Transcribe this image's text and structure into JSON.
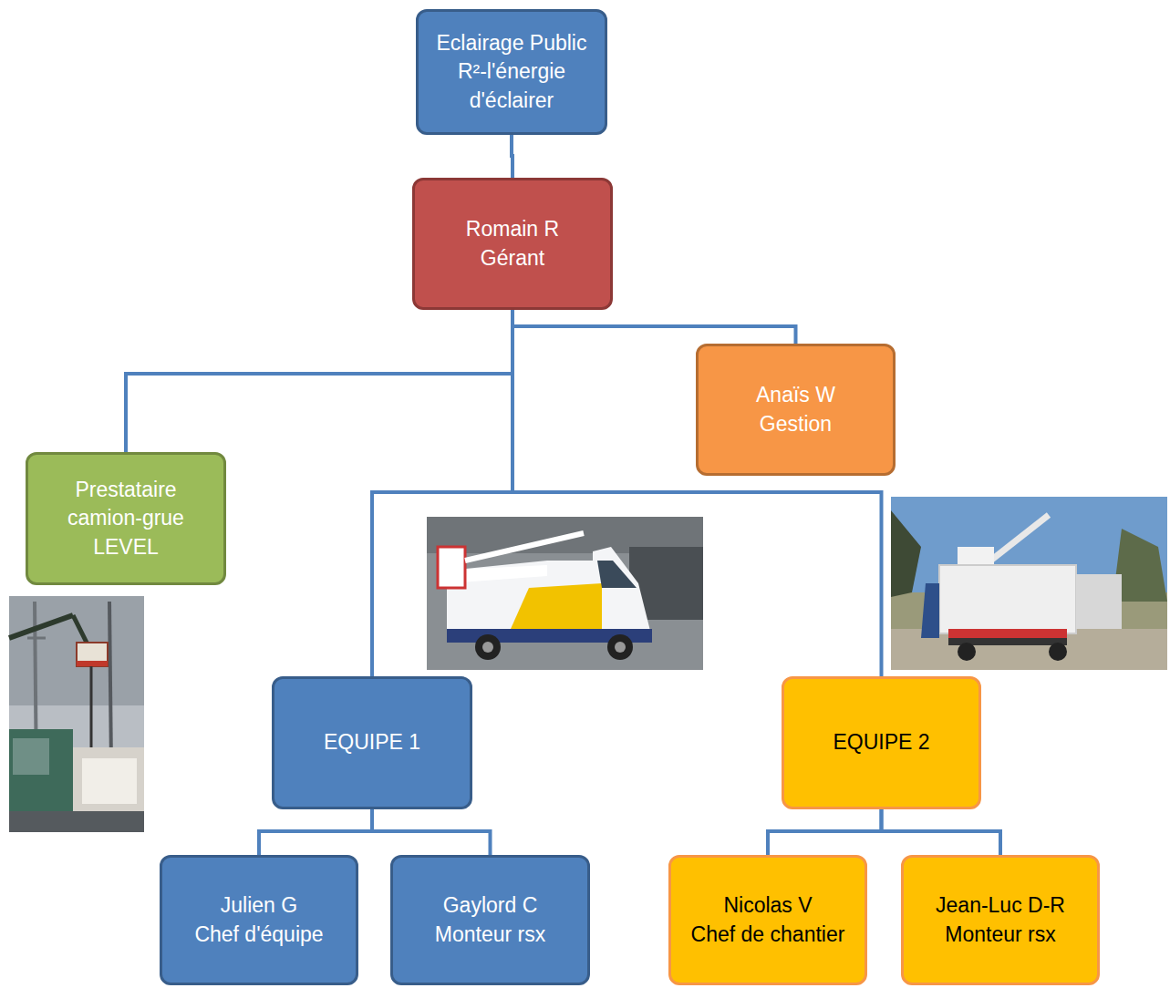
{
  "diagram": {
    "nodes": [
      {
        "text": [
          "Eclairage Public R²-l'énergie d'éclairer"
        ]
      },
      {
        "text": [
          "Romain R",
          "Gérant"
        ]
      },
      {
        "text": [
          "Prestataire camion-grue",
          "LEVEL"
        ]
      },
      {
        "text": [
          "Anaïs W",
          "Gestion"
        ]
      },
      {
        "text": [
          "EQUIPE 1"
        ]
      },
      {
        "text": [
          "EQUIPE 2"
        ]
      },
      {
        "text": [
          "Julien G",
          "Chef d'équipe"
        ]
      },
      {
        "text": [
          "Gaylord C",
          "Monteur rsx"
        ]
      },
      {
        "text": [
          "Nicolas V",
          "Chef de chantier"
        ]
      },
      {
        "text": [
          "Jean-Luc D-R",
          "Monteur rsx"
        ]
      }
    ],
    "edges": [
      {
        "from": 0,
        "to": 1,
        "arrow": "none"
      },
      {
        "from": 1,
        "to": 2,
        "arrow": "none"
      },
      {
        "from": 1,
        "to": 3,
        "arrow": "none"
      },
      {
        "from": 1,
        "to": 4,
        "arrow": "none"
      },
      {
        "from": 1,
        "to": 5,
        "arrow": "none"
      },
      {
        "from": 4,
        "to": 6,
        "arrow": "none"
      },
      {
        "from": 4,
        "to": 7,
        "arrow": "none"
      },
      {
        "from": 5,
        "to": 8,
        "arrow": "none"
      },
      {
        "from": 5,
        "to": 9,
        "arrow": "none"
      }
    ]
  }
}
